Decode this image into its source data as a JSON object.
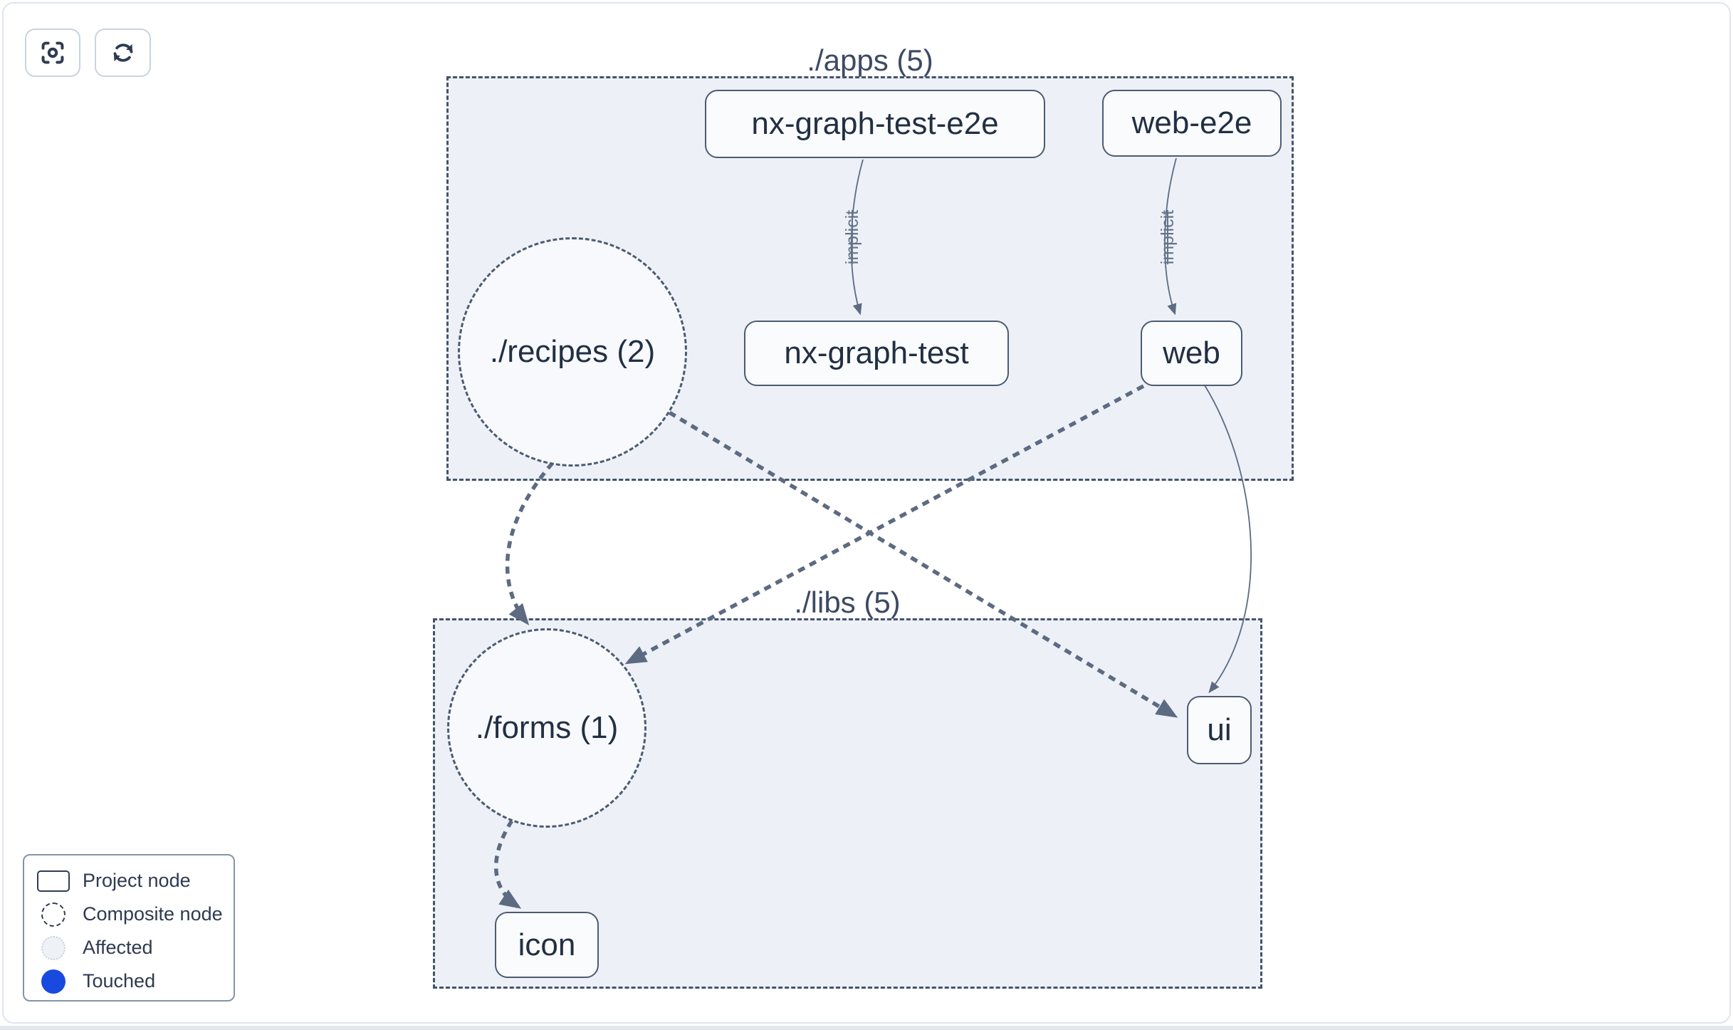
{
  "toolbar": {
    "buttons": [
      {
        "icon": "scan-focus-icon"
      },
      {
        "icon": "refresh-icon"
      }
    ]
  },
  "graph": {
    "clusters": [
      {
        "title": "./apps (5)"
      },
      {
        "title": "./libs (5)"
      }
    ],
    "composites": [
      {
        "label": "./recipes (2)",
        "cluster": "./apps (5)"
      },
      {
        "label": "./forms (1)",
        "cluster": "./libs (5)"
      }
    ],
    "nodes": [
      {
        "label": "nx-graph-test-e2e",
        "cluster": "./apps (5)"
      },
      {
        "label": "web-e2e",
        "cluster": "./apps (5)"
      },
      {
        "label": "nx-graph-test",
        "cluster": "./apps (5)"
      },
      {
        "label": "web",
        "cluster": "./apps (5)"
      },
      {
        "label": "ui",
        "cluster": "./libs (5)"
      },
      {
        "label": "icon",
        "cluster": "./libs (5)"
      }
    ],
    "edges": [
      {
        "from": "nx-graph-test-e2e",
        "to": "nx-graph-test",
        "label": "implicit",
        "style": "thin-solid-arrow"
      },
      {
        "from": "web-e2e",
        "to": "web",
        "label": "implicit",
        "style": "thin-solid-arrow"
      },
      {
        "from": "./recipes (2)",
        "to": "./forms (1)",
        "label": "",
        "style": "thick-dashed-arrow"
      },
      {
        "from": "./recipes (2)",
        "to": "ui",
        "label": "",
        "style": "thick-dashed-arrow"
      },
      {
        "from": "web",
        "to": "./forms (1)",
        "label": "",
        "style": "thick-dashed-arrow"
      },
      {
        "from": "web",
        "to": "ui",
        "label": "",
        "style": "thin-solid-arrow"
      },
      {
        "from": "./forms (1)",
        "to": "icon",
        "label": "",
        "style": "thick-dashed-arrow"
      }
    ]
  },
  "legend": {
    "items": [
      {
        "label": "Project node",
        "swatch": "project-node-rect"
      },
      {
        "label": "Composite node",
        "swatch": "composite-node-dashed-circle"
      },
      {
        "label": "Affected",
        "swatch": "affected-light-circle"
      },
      {
        "label": "Touched",
        "swatch": "touched-blue-circle"
      }
    ]
  },
  "colors": {
    "cluster_fill": "#edf1f7",
    "node_fill": "#fafbfd",
    "composite_fill": "#f7f9fc",
    "edge_stroke": "#5c6b81",
    "node_text": "#222f43",
    "cluster_title": "#3d4a63",
    "edge_label": "#64748b",
    "touched_blue": "#1a49e0",
    "affected_fill": "#eef1f6",
    "frame_border": "#dee4ef"
  }
}
